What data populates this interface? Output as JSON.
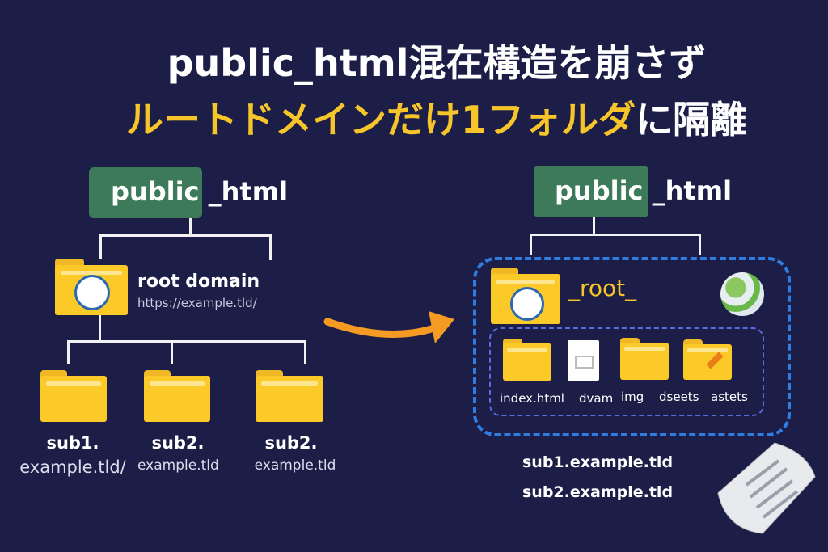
{
  "title": {
    "line1": "public_html混在構造を崩さず",
    "line2_a": "ルートドメインだけ",
    "line2_b": "1フォルダ",
    "line2_c": "に隔離"
  },
  "left": {
    "root_label": "public",
    "root_label2": "_html",
    "root_domain": "root domain",
    "root_url": "https://example.tld/",
    "subs": [
      {
        "name": "sub1.",
        "domain": "example.tld/"
      },
      {
        "name": "sub2.",
        "domain": "example.tld"
      },
      {
        "name": "sub2.",
        "domain": "example.tld"
      }
    ]
  },
  "right": {
    "root_label": "public",
    "root_label2": "_html",
    "root_folder": "_root_",
    "items": [
      "index.html",
      "dvam",
      "img",
      "dseets",
      "astets"
    ],
    "subs": [
      "sub1.example.tld",
      "sub2.example.tld"
    ]
  },
  "colors": {
    "background": "#1c1e47",
    "accent": "#f7c52a",
    "green": "#3d7a5a",
    "arrow": "#f59a23",
    "dash": "#2f7de0"
  }
}
